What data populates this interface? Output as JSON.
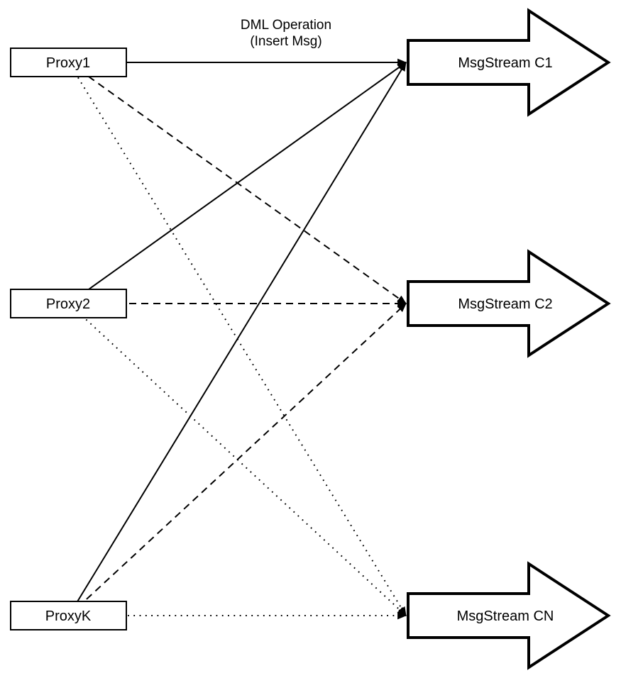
{
  "diagram": {
    "background_color": "#ffffff",
    "stroke_color": "#000000",
    "annotation": {
      "line1": "DML Operation",
      "line2": "(Insert Msg)"
    },
    "proxies": [
      {
        "label": "Proxy1"
      },
      {
        "label": "Proxy2"
      },
      {
        "label": "ProxyK"
      }
    ],
    "streams": [
      {
        "label": "MsgStream C1"
      },
      {
        "label": "MsgStream C2"
      },
      {
        "label": "MsgStream CN"
      }
    ],
    "edges": [
      {
        "from": "Proxy1",
        "to": "MsgStream C1",
        "style": "solid"
      },
      {
        "from": "Proxy1",
        "to": "MsgStream C2",
        "style": "dashed"
      },
      {
        "from": "Proxy1",
        "to": "MsgStream CN",
        "style": "dotted"
      },
      {
        "from": "Proxy2",
        "to": "MsgStream C1",
        "style": "solid"
      },
      {
        "from": "Proxy2",
        "to": "MsgStream C2",
        "style": "dashed"
      },
      {
        "from": "Proxy2",
        "to": "MsgStream CN",
        "style": "dotted"
      },
      {
        "from": "ProxyK",
        "to": "MsgStream C1",
        "style": "solid"
      },
      {
        "from": "ProxyK",
        "to": "MsgStream C2",
        "style": "dashed"
      },
      {
        "from": "ProxyK",
        "to": "MsgStream CN",
        "style": "dotted"
      }
    ]
  }
}
